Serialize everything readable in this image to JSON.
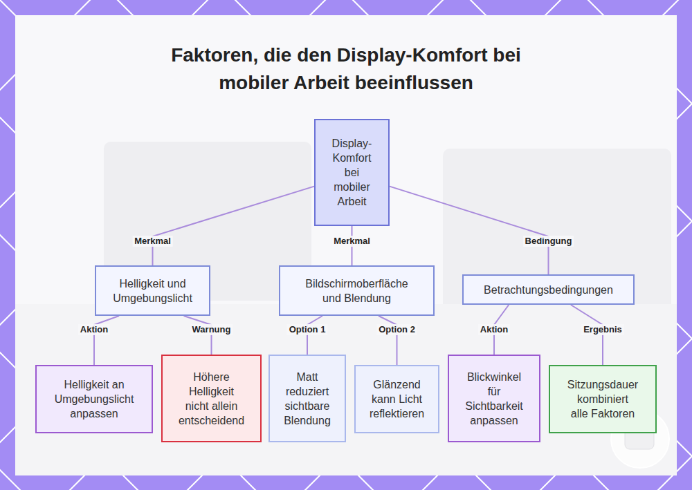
{
  "diagram": {
    "title": "Faktoren, die den Display-Komfort bei mobiler Arbeit beeinflussen",
    "nodes": [
      {
        "text": [
          "Display-Komfort bei mobiler Arbeit"
        ]
      },
      {
        "text": [
          "Helligkeit und Umgebungslicht"
        ]
      },
      {
        "text": [
          "Bildschirmoberfläche und Blendung"
        ]
      },
      {
        "text": [
          "Betrachtungsbedingungen"
        ]
      },
      {
        "text": [
          "Helligkeit an Umgebungslicht anpassen"
        ]
      },
      {
        "text": [
          "Höhere Helligkeit nicht allein entscheidend"
        ]
      },
      {
        "text": [
          "Matt reduziert sichtbare Blendung"
        ]
      },
      {
        "text": [
          "Glänzend kann Licht reflektieren"
        ]
      },
      {
        "text": [
          "Blickwinkel für Sichtbarkeit anpassen"
        ]
      },
      {
        "text": [
          "Sitzungsdauer kombiniert alle Faktoren"
        ]
      }
    ],
    "edges": [
      {
        "from": 0,
        "to": 1,
        "label": "Merkmal",
        "arrow": "none"
      },
      {
        "from": 0,
        "to": 2,
        "label": "Merkmal",
        "arrow": "none"
      },
      {
        "from": 0,
        "to": 3,
        "label": "Bedingung",
        "arrow": "none"
      },
      {
        "from": 1,
        "to": 4,
        "label": "Aktion",
        "arrow": "none"
      },
      {
        "from": 1,
        "to": 5,
        "label": "Warnung",
        "arrow": "none"
      },
      {
        "from": 2,
        "to": 6,
        "label": "Option 1",
        "arrow": "none"
      },
      {
        "from": 2,
        "to": 7,
        "label": "Option 2",
        "arrow": "none"
      },
      {
        "from": 3,
        "to": 8,
        "label": "Aktion",
        "arrow": "none"
      },
      {
        "from": 3,
        "to": 9,
        "label": "Ergebnis",
        "arrow": "none"
      }
    ]
  }
}
